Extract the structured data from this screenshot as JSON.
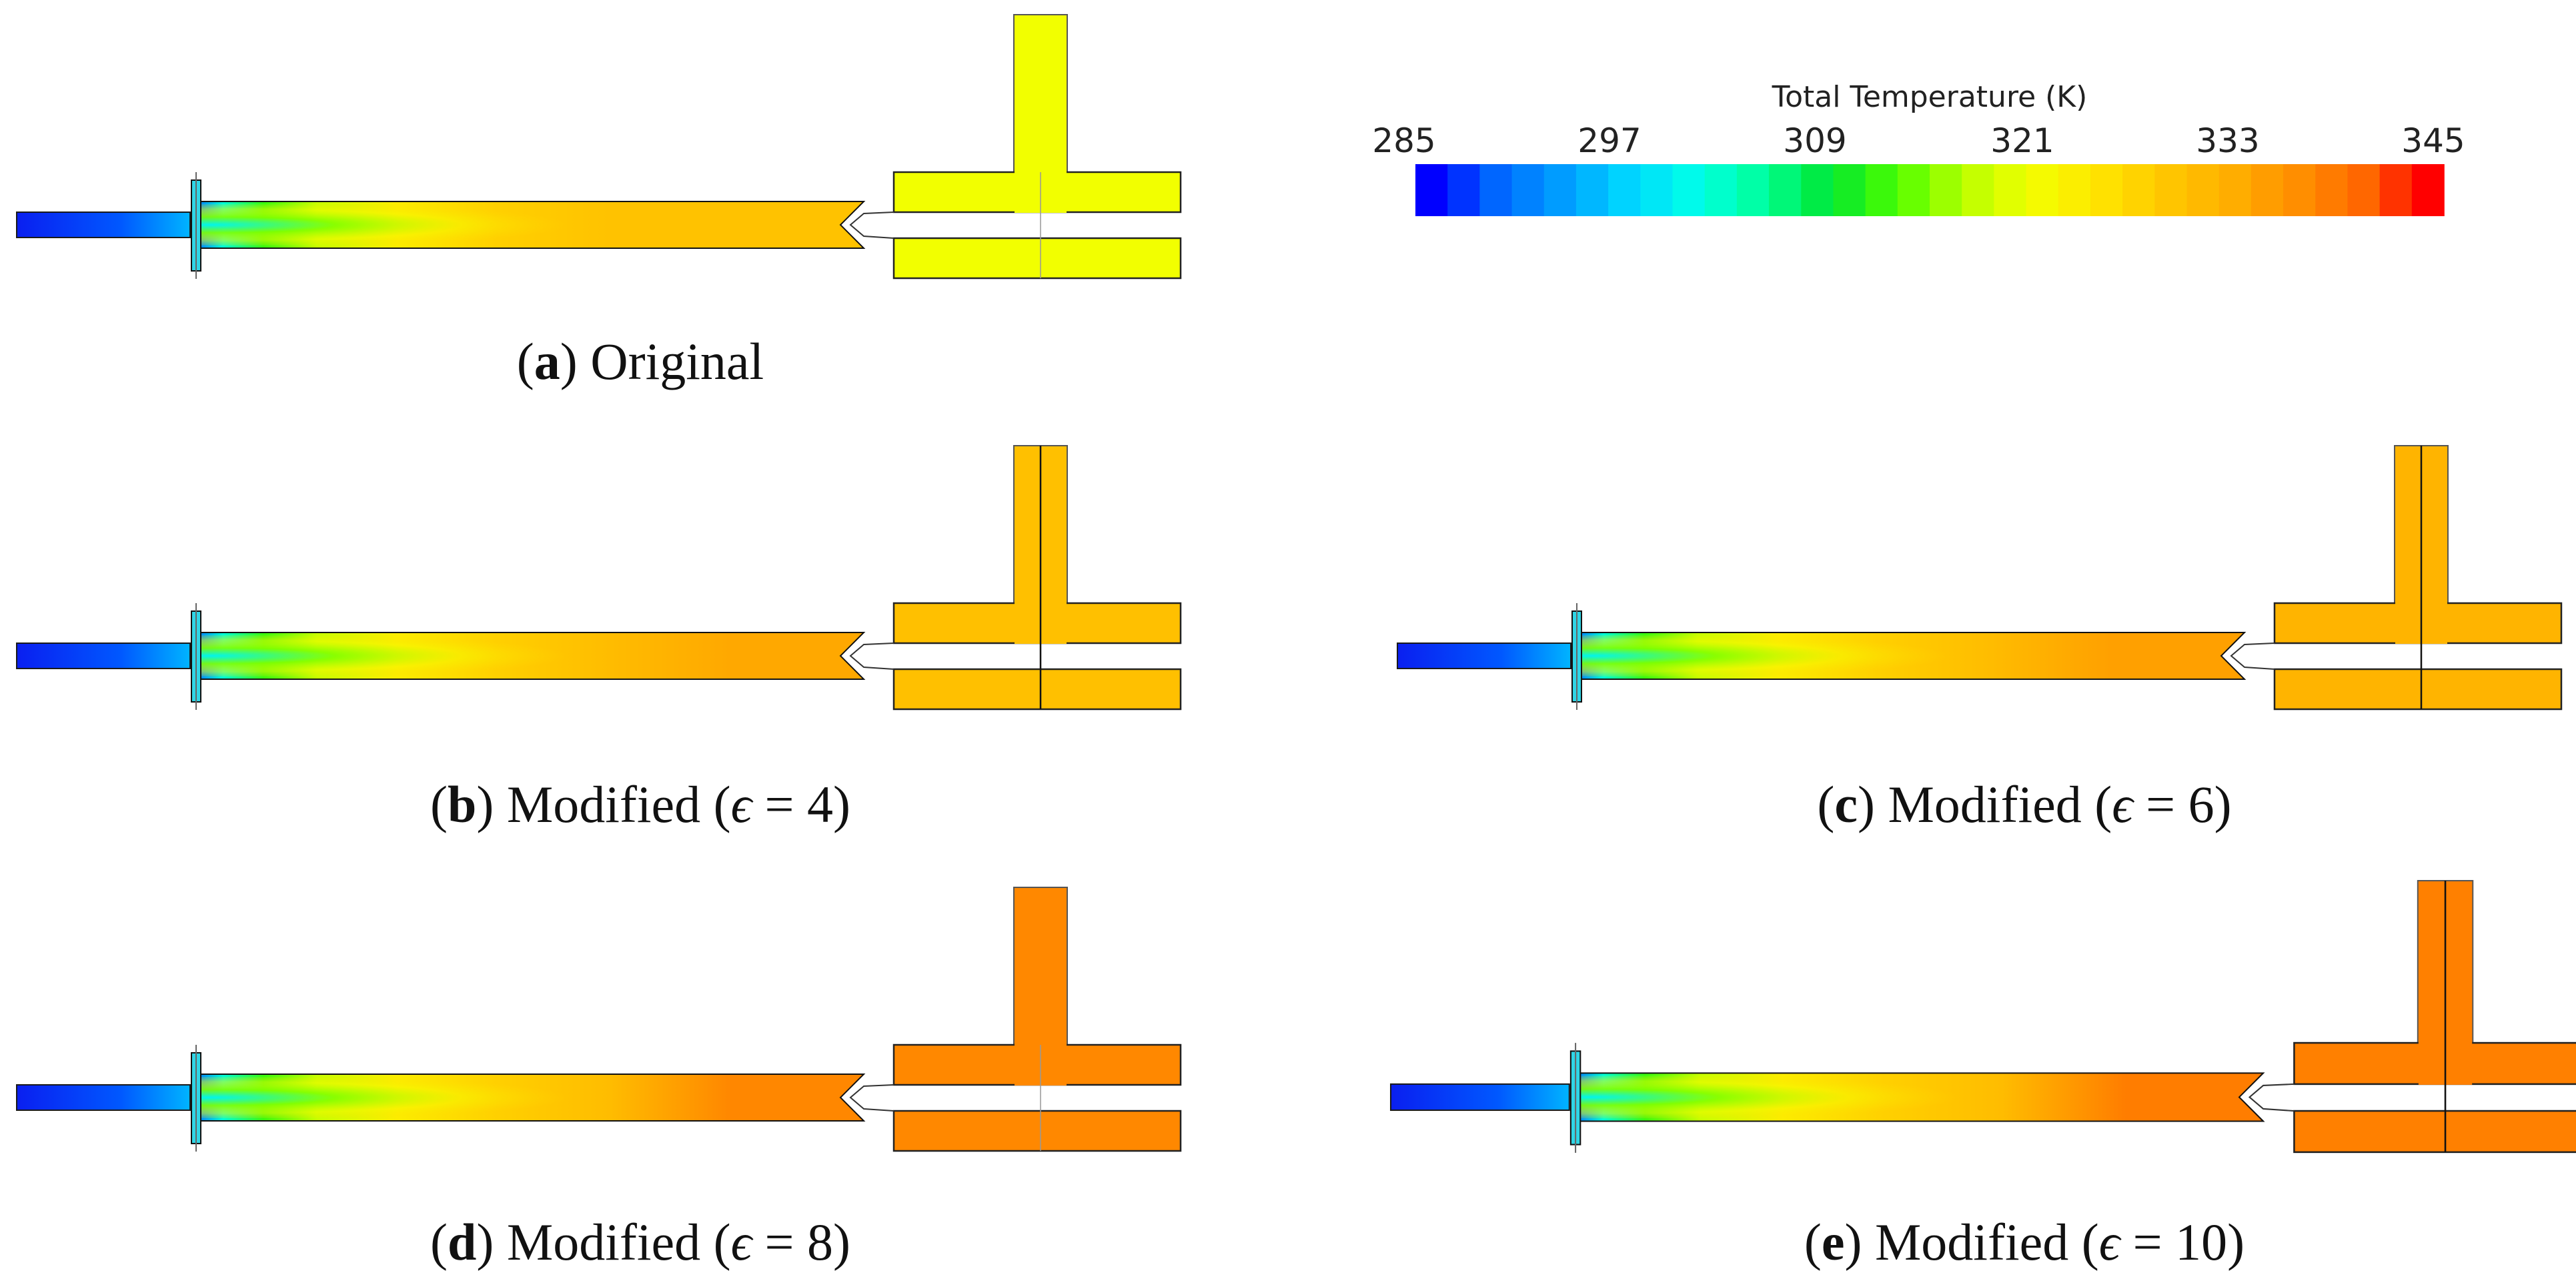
{
  "legend": {
    "title": "Total Temperature (K)",
    "ticks": [
      "285",
      "297",
      "309",
      "321",
      "333",
      "345"
    ],
    "min": 285,
    "max": 345,
    "bands": 32,
    "colors": [
      "#0000ff",
      "#0069ff",
      "#00a0ff",
      "#00d8ff",
      "#00ffe8",
      "#00ff9a",
      "#00e632",
      "#4cff00",
      "#b8ff00",
      "#f2ff00",
      "#ffe600",
      "#ffc800",
      "#ffb000",
      "#ff9000",
      "#ff6a00",
      "#ff0000"
    ]
  },
  "panels": [
    {
      "id": "a",
      "letter": "a",
      "label": "Original",
      "epsilon": "",
      "outlet_color": "#f2ff00",
      "core_end": 330,
      "centerline": "single"
    },
    {
      "id": "b",
      "letter": "b",
      "label": "Modified (",
      "epsilon": "4",
      "outlet_color": "#ffc000",
      "core_end": 334,
      "centerline": "double"
    },
    {
      "id": "c",
      "letter": "c",
      "label": "Modified (",
      "epsilon": "6",
      "outlet_color": "#ffb400",
      "core_end": 335,
      "centerline": "double"
    },
    {
      "id": "d",
      "letter": "d",
      "label": "Modified (",
      "epsilon": "8",
      "outlet_color": "#ff8800",
      "core_end": 338,
      "centerline": "single"
    },
    {
      "id": "e",
      "letter": "e",
      "label": "Modified (",
      "epsilon": "10",
      "outlet_color": "#ff8000",
      "core_end": 339,
      "centerline": "double"
    }
  ],
  "caption_parts": {
    "epsilon_symbol": "ϵ",
    "equals": " = ",
    "close": ")",
    "open_paren": "(",
    "close_paren": ")"
  }
}
